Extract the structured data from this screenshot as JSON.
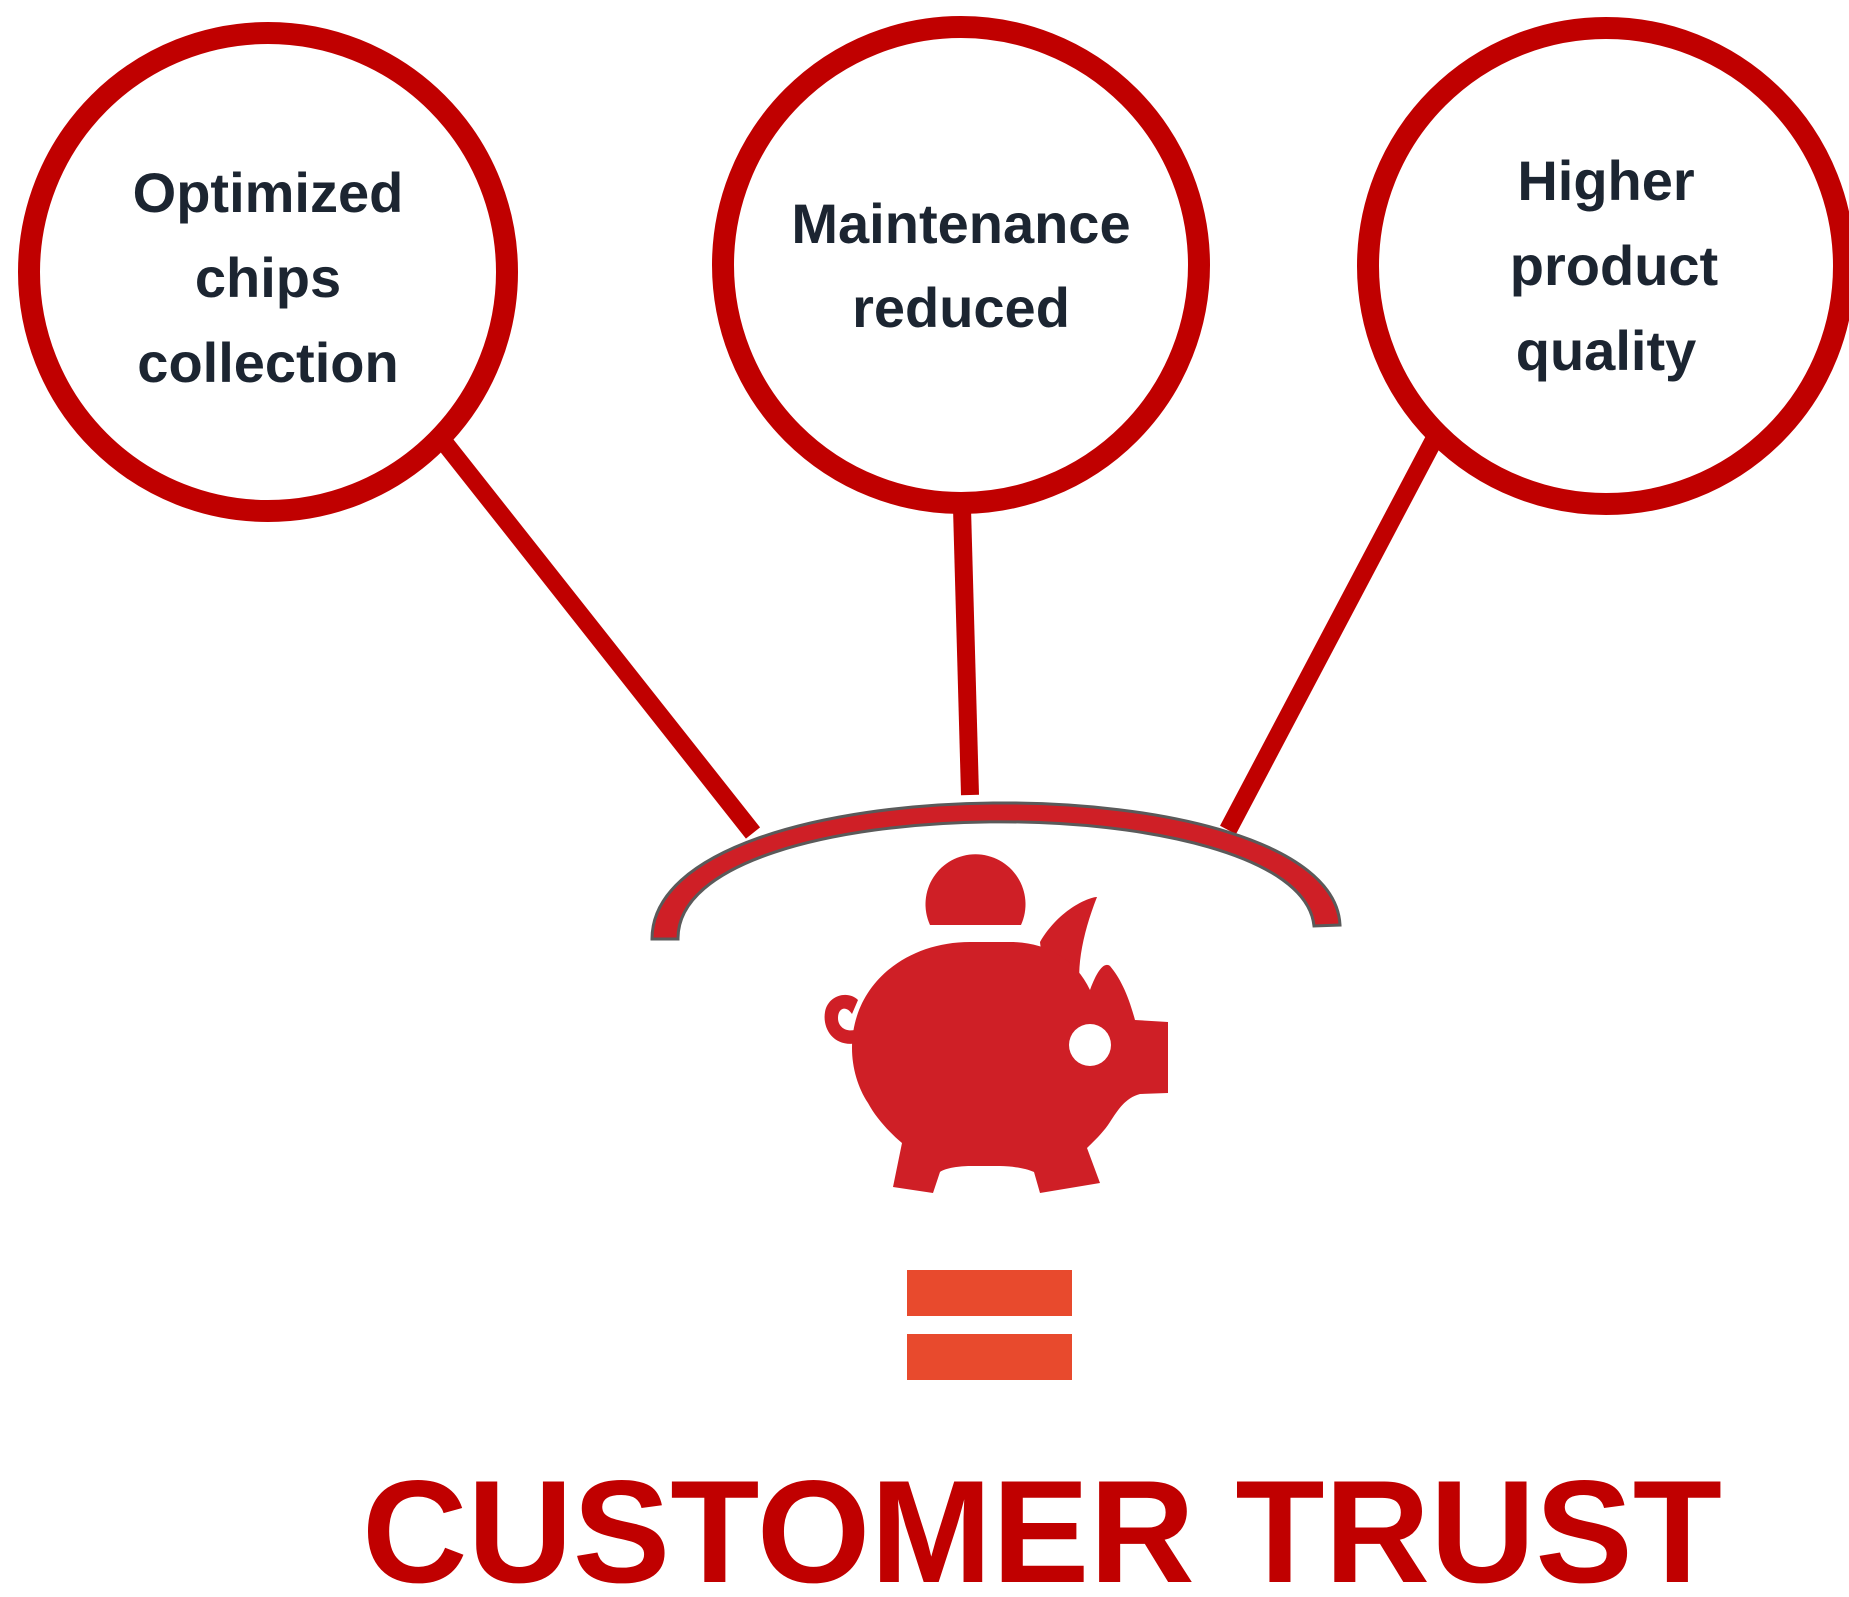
{
  "benefits": [
    {
      "lines": [
        "Optimized",
        "chips",
        "collection"
      ]
    },
    {
      "lines": [
        "Maintenance",
        "reduced"
      ]
    },
    {
      "lines": [
        "Higher",
        "product",
        "quality"
      ]
    }
  ],
  "result": {
    "symbol_icon": "piggy-bank-icon",
    "equals_icon": "equals-icon",
    "title": "CUSTOMER TRUST"
  },
  "colors": {
    "ring": "#c00000",
    "piggy": "#cf1f26",
    "equals": "#e84a2d",
    "title": "#c00000",
    "label": "#1c2531"
  }
}
